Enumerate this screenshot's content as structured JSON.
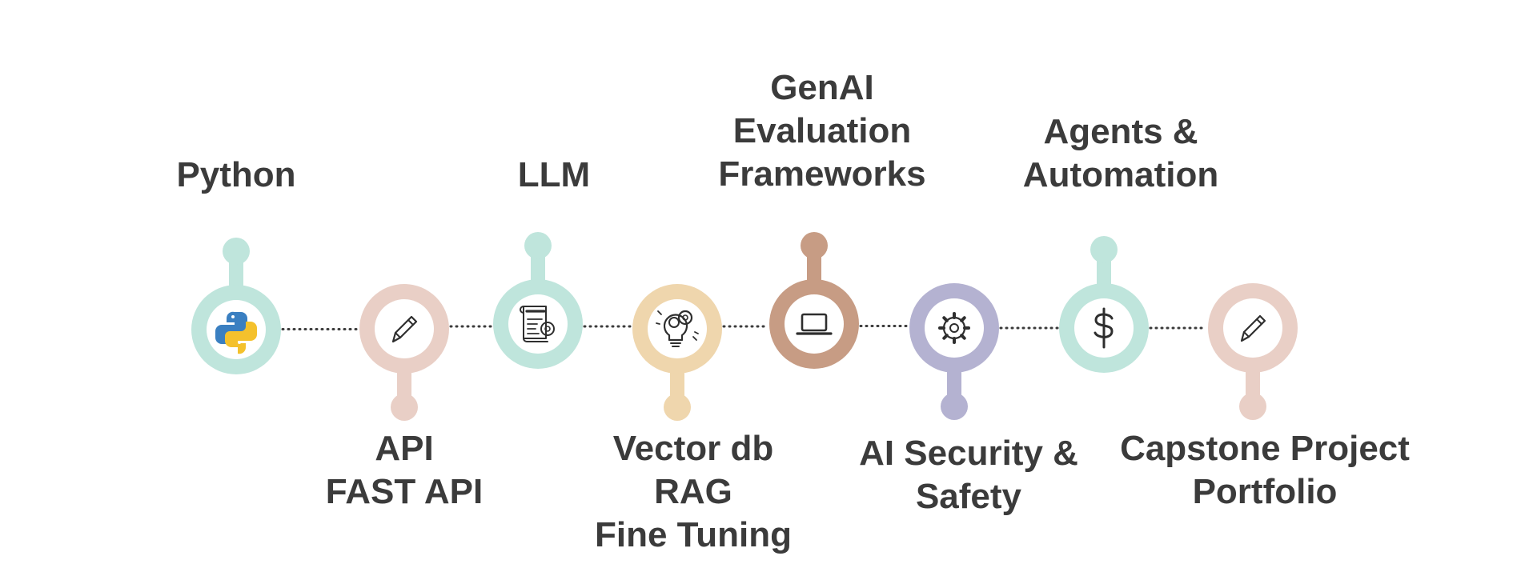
{
  "timeline": {
    "steps": [
      {
        "lines": [
          "Python"
        ],
        "icon": "python-logo-icon",
        "color": "#bfe5dc",
        "stem": "up"
      },
      {
        "lines": [
          "API",
          "FAST API"
        ],
        "icon": "pencil-icon",
        "color": "#e9cfc6",
        "stem": "down"
      },
      {
        "lines": [
          "LLM"
        ],
        "icon": "project-document-gear-icon",
        "color": "#bfe5dc",
        "stem": "up"
      },
      {
        "lines": [
          "Vector db",
          "RAG",
          "Fine Tuning"
        ],
        "icon": "lightbulb-gears-icon",
        "color": "#efd6ad",
        "stem": "down"
      },
      {
        "lines": [
          "GenAI",
          "Evaluation",
          "Frameworks"
        ],
        "icon": "laptop-icon",
        "color": "#c79c84",
        "stem": "up"
      },
      {
        "lines": [
          "AI Security &",
          "Safety"
        ],
        "icon": "gear-icon",
        "color": "#b4b2d1",
        "stem": "down"
      },
      {
        "lines": [
          "Agents &",
          "Automation"
        ],
        "icon": "dollar-sign-icon",
        "color": "#bfe5dc",
        "stem": "up"
      },
      {
        "lines": [
          "Capstone Project",
          "Portfolio"
        ],
        "icon": "pencil-icon",
        "color": "#e9cfc6",
        "stem": "down"
      }
    ]
  }
}
